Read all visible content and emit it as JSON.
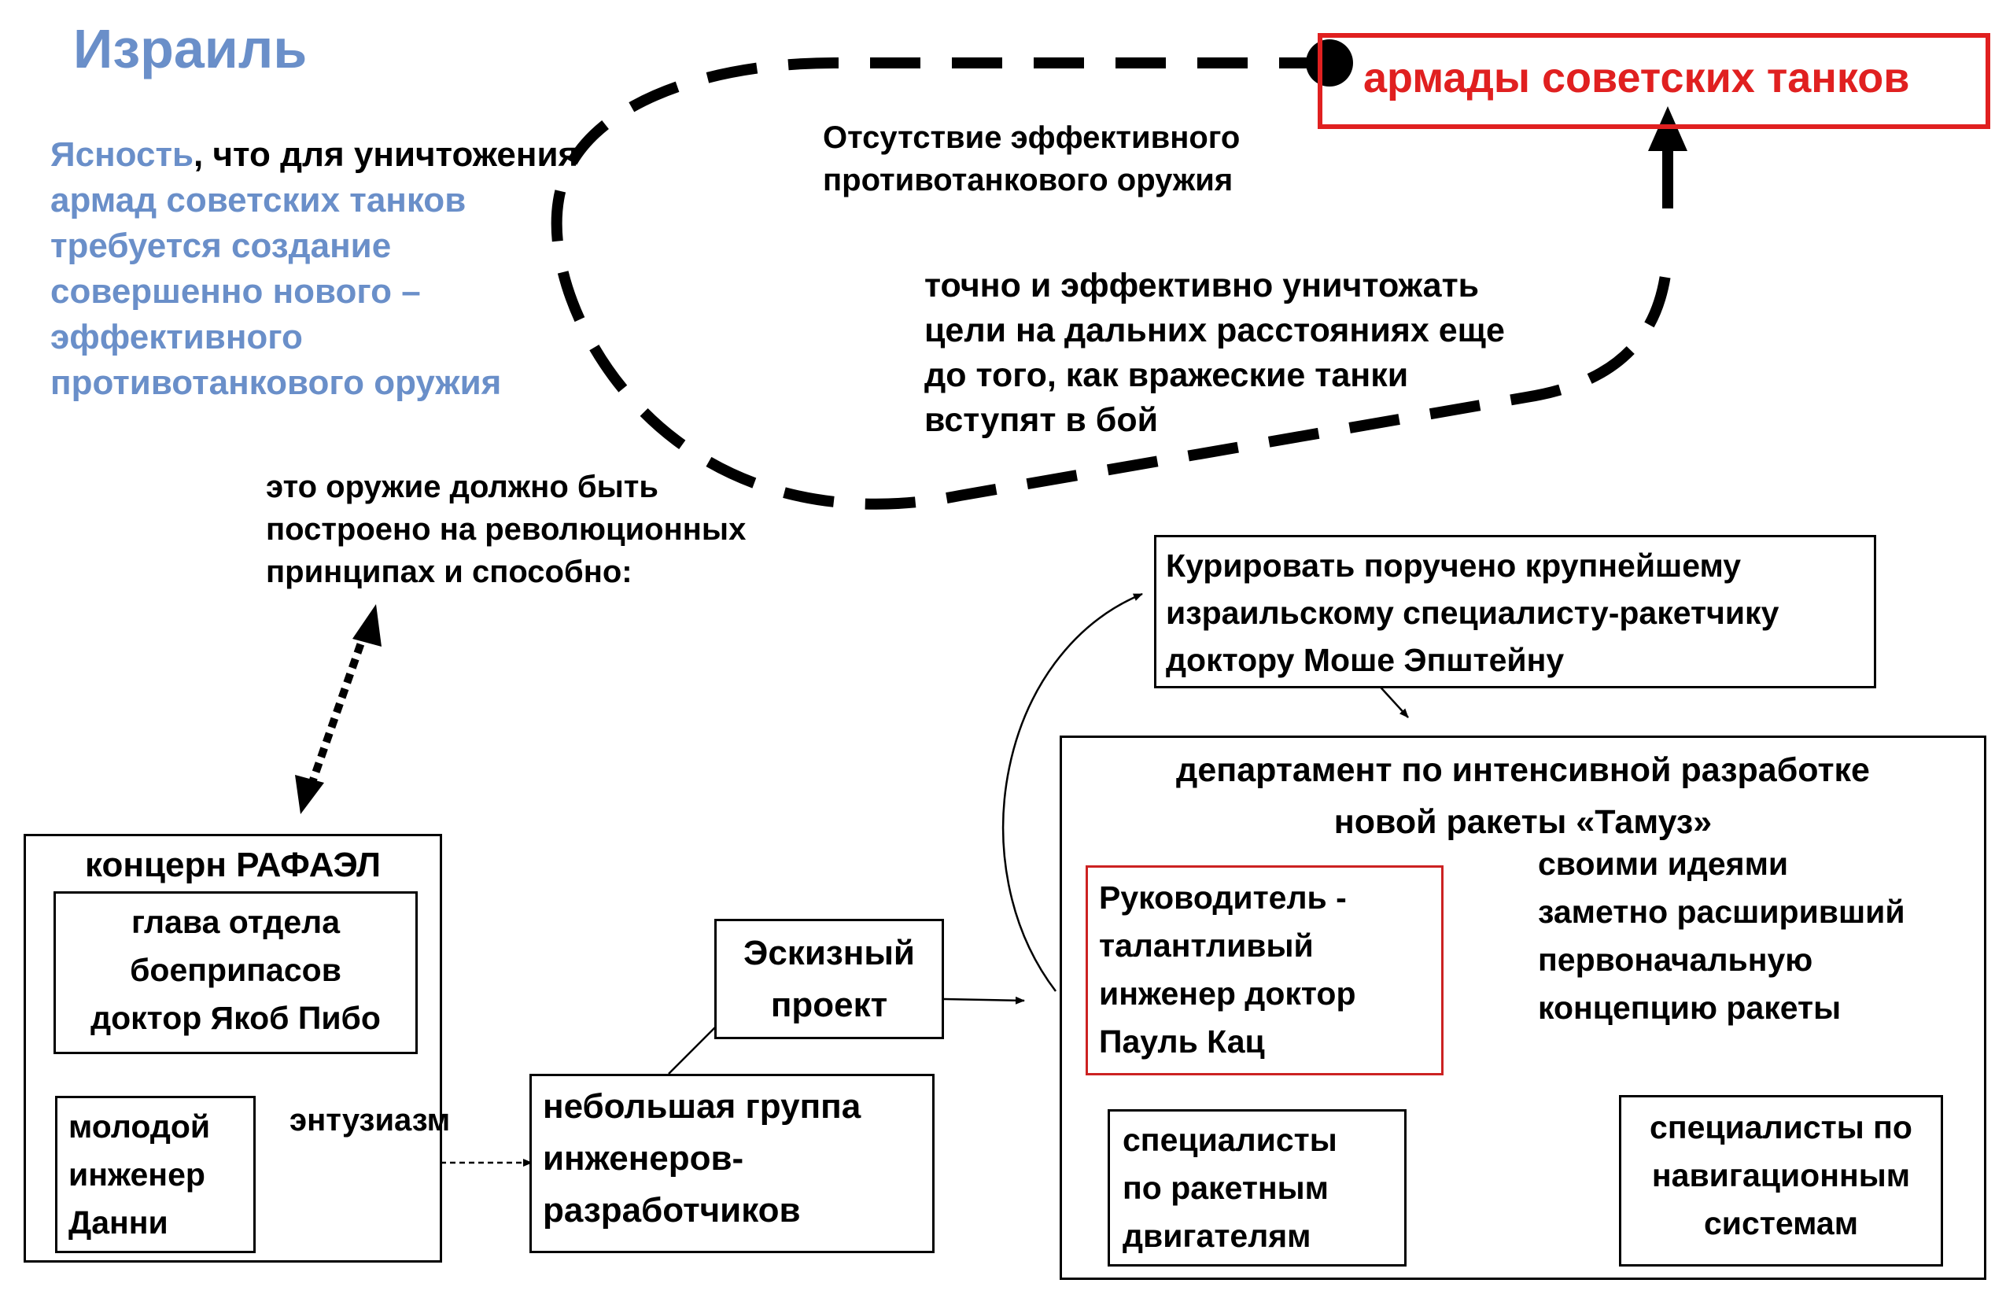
{
  "title": "Израиль",
  "clarity": {
    "first_word": "Ясность",
    "rest_line1": ", что для уничтожения",
    "lines": [
      "армад советских танков",
      "требуется создание",
      "совершенно нового –",
      "эффективного",
      "противотанкового оружия"
    ]
  },
  "armada": {
    "label": "армады советских танков"
  },
  "absence": {
    "lines": [
      "Отсутствие эффективного",
      "противотанкового оружия"
    ]
  },
  "destroy": {
    "lines": [
      "точно и эффективно уничтожать",
      "цели на дальних расстояниях еще",
      "до того, как вражеские танки",
      "вступят в бой"
    ]
  },
  "weapon": {
    "lines": [
      "это оружие должно быть",
      "построено на революционных",
      "принципах и способно:"
    ]
  },
  "curate": {
    "lines": [
      "Курировать поручено крупнейшему",
      "израильскому специалисту-ракетчику",
      "доктору Моше Эпштейну"
    ]
  },
  "department": {
    "lines": [
      "департамент по интенсивной разработке",
      "новой ракеты «Тамуз»"
    ]
  },
  "head": {
    "lines": [
      "Руководитель -",
      "талантливый",
      "инженер доктор",
      "Пауль Кац"
    ]
  },
  "ideas": {
    "lines": [
      "своими идеями",
      "заметно расширивший",
      "первоначальную",
      "концепцию ракеты"
    ]
  },
  "engines": {
    "lines": [
      "специалисты",
      "по ракетным",
      "двигателям"
    ]
  },
  "navigation": {
    "lines": [
      "специалисты по",
      "навигационным",
      "системам"
    ]
  },
  "rafael": {
    "title": "концерн РАФАЭЛ"
  },
  "munitions": {
    "lines": [
      "глава отдела",
      "боеприпасов",
      "доктор Якоб Пибо"
    ]
  },
  "danny": {
    "lines": [
      "молодой",
      "инженер",
      "Данни"
    ]
  },
  "enthusiasm": {
    "label": "энтузиазм"
  },
  "sketch": {
    "lines": [
      "Эскизный",
      "проект"
    ]
  },
  "group": {
    "lines": [
      "небольшая группа",
      "инженеров-",
      "разработчиков"
    ]
  },
  "colors": {
    "accent_blue": "#6a8fc9",
    "alert_red": "#e02020",
    "box_red": "#cc2222",
    "ink": "#000000"
  }
}
